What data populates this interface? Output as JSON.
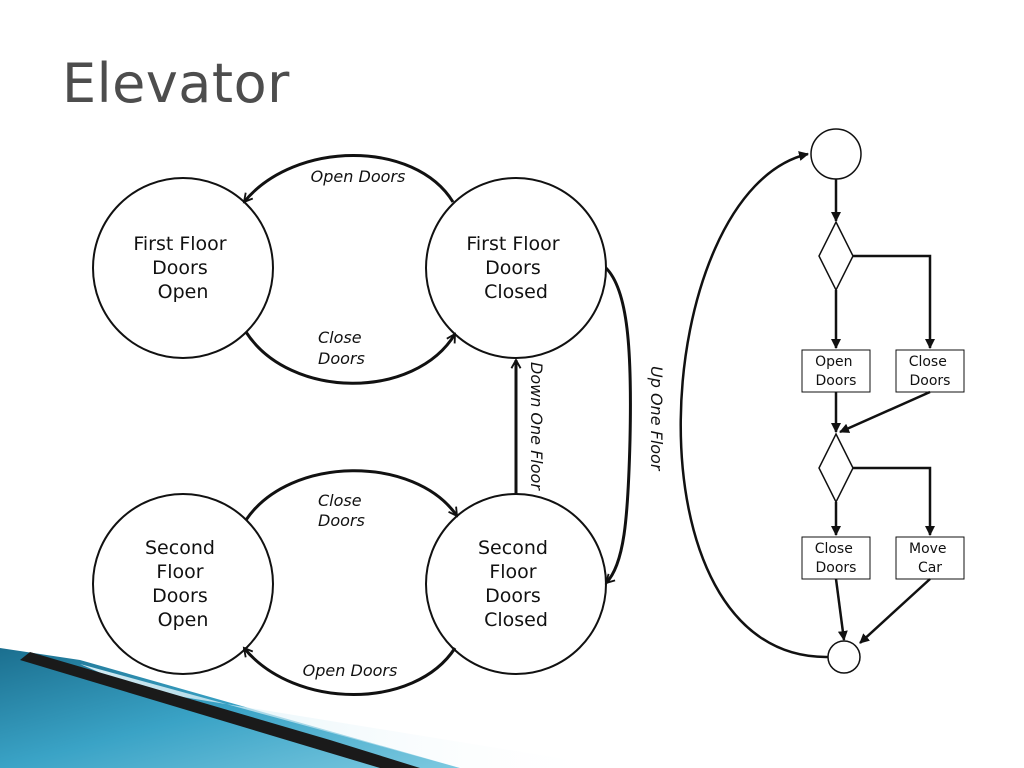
{
  "title": "Elevator",
  "states": {
    "first_open": [
      "First Floor",
      "Doors",
      "Open"
    ],
    "first_closed": [
      "First Floor",
      "Doors",
      "Closed"
    ],
    "second_open": [
      "Second",
      "Floor",
      "Doors",
      "Open"
    ],
    "second_closed": [
      "Second",
      "Floor",
      "Doors",
      "Closed"
    ]
  },
  "transitions": {
    "open_doors_top": "Open Doors",
    "close_doors_top": [
      "Close",
      "Doors"
    ],
    "close_doors_bottom": [
      "Close",
      "Doors"
    ],
    "open_doors_bottom": "Open Doors",
    "down_one_floor": "Down One Floor",
    "up_one_floor": "Up One Floor"
  },
  "activity": {
    "open_doors": [
      "Open",
      "Doors"
    ],
    "close_doors_1": [
      "Close",
      "Doors"
    ],
    "close_doors_2": [
      "Close",
      "Doors"
    ],
    "move_car": [
      "Move",
      "Car"
    ]
  },
  "colors": {
    "title": "#4d4d4d",
    "stroke": "#111111",
    "swoosh_teal": "#2a8fb0",
    "swoosh_dark": "#1a1a1a"
  }
}
